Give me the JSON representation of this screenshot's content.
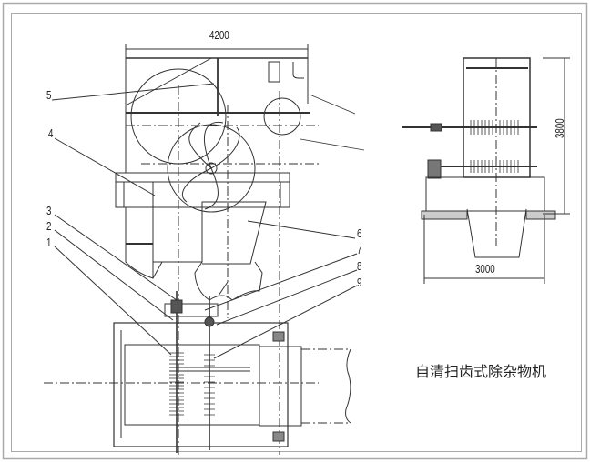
{
  "drawing": {
    "caption": "自清扫齿式除杂物机",
    "dimensions": {
      "side_width": "4200",
      "end_height": "3800",
      "end_width": "3000"
    },
    "part_labels": [
      "1",
      "2",
      "3",
      "4",
      "5",
      "6",
      "7",
      "8",
      "9"
    ],
    "line_color": "#333333"
  }
}
